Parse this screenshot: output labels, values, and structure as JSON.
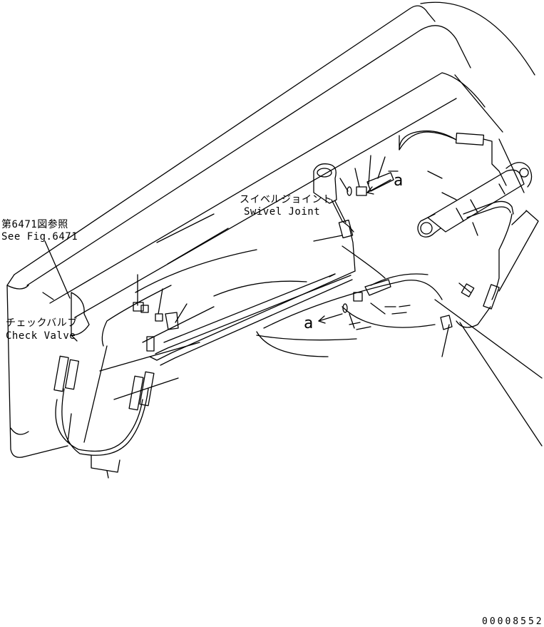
{
  "labels": {
    "ref_fig_jp": "第6471図参照",
    "ref_fig_en": "See Fig.6471",
    "check_valve_jp": "チェックバルブ",
    "check_valve_en": "Check Valve",
    "swivel_joint_jp": "スイベルジョイント",
    "swivel_joint_en": "Swivel Joint",
    "callout_a_upper": "a",
    "callout_a_lower": "a",
    "drawing_number": "00008552"
  },
  "colors": {
    "line": "#000000",
    "background": "#ffffff"
  }
}
